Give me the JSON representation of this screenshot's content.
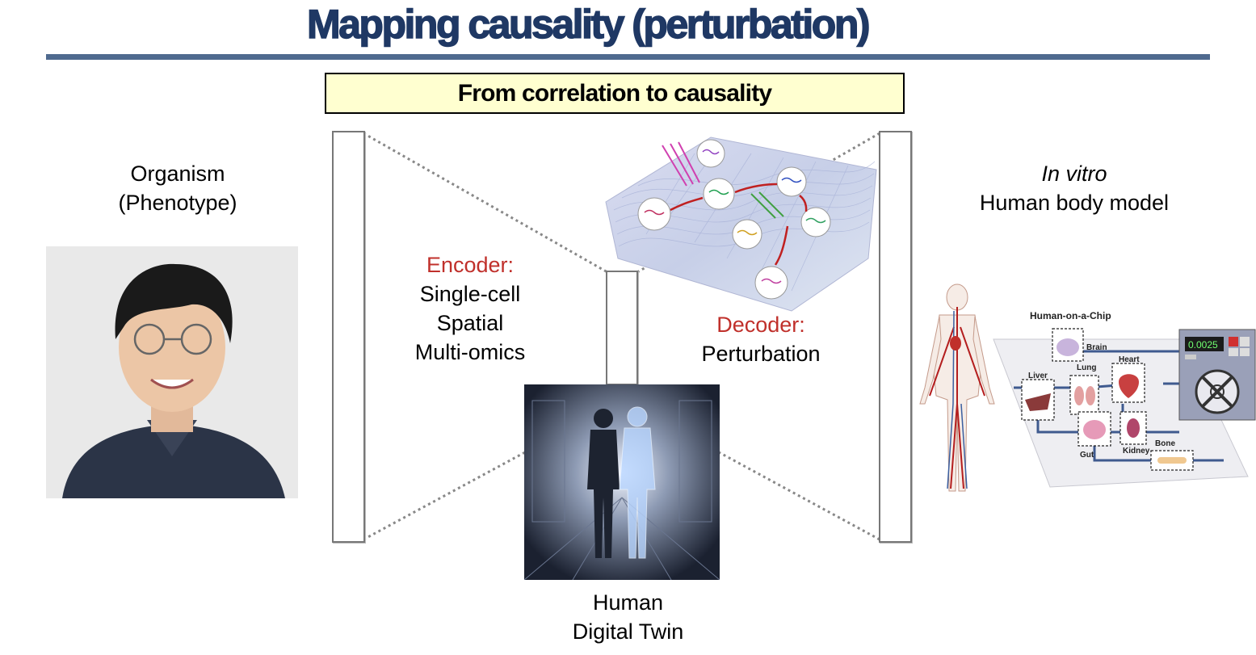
{
  "title": "Mapping causality (perturbation)",
  "banner": "From correlation to causality",
  "left": {
    "line1": "Organism",
    "line2": "(Phenotype)"
  },
  "encoder": {
    "label": "Encoder:",
    "items": [
      "Single-cell",
      "Spatial",
      "Multi-omics"
    ]
  },
  "decoder": {
    "label": "Decoder:",
    "items": [
      "Perturbation"
    ]
  },
  "right": {
    "line1_italic": "In vitro",
    "line2": "Human body model"
  },
  "bottom": {
    "line1": "Human",
    "line2": "Digital Twin"
  },
  "chip": {
    "title": "Human-on-a-Chip",
    "organs": [
      "Brain",
      "Heart",
      "Liver",
      "Lung",
      "Gut",
      "Kidney",
      "Bone"
    ],
    "pump_display": "0.0025"
  },
  "colors": {
    "title": "#1f3864",
    "rule": "#4f6a8f",
    "banner_bg": "#ffffd0",
    "accent_red": "#c0302b"
  }
}
